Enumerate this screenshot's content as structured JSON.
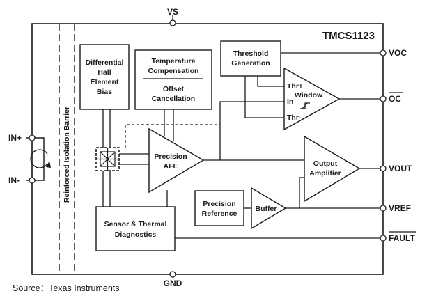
{
  "title": "TMCS1123",
  "pins": {
    "vs": "VS",
    "gnd": "GND",
    "in_plus": "IN+",
    "in_minus": "IN-",
    "voc": "VOC",
    "oc": "OC",
    "vout": "VOUT",
    "vref": "VREF",
    "fault": "FAULT"
  },
  "blocks": {
    "hall": [
      "Differential",
      "Hall",
      "Element",
      "Bias"
    ],
    "temp_comp": [
      "Temperature",
      "Compensation"
    ],
    "offset": [
      "Offset",
      "Cancellation"
    ],
    "threshold": [
      "Threshold",
      "Generation"
    ],
    "window": "Window",
    "thr_plus": "Thr+",
    "window_in": "In",
    "thr_minus": "Thr-",
    "afe": [
      "Precision",
      "AFE"
    ],
    "output_amp": [
      "Output",
      "Amplifier"
    ],
    "prec_ref": [
      "Precision",
      "Reference"
    ],
    "buffer": "Buffer",
    "diagnostics": [
      "Sensor & Thermal",
      "Diagnostics"
    ]
  },
  "barrier_label": "Reinforced Isolation Barrier",
  "source": "Source：Texas Instruments"
}
